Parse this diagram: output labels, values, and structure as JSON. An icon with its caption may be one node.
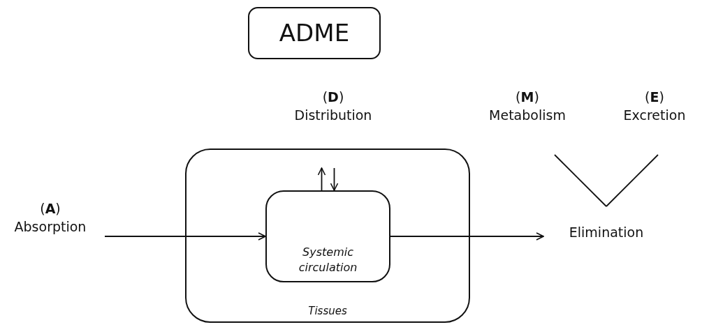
{
  "diagram": {
    "nodes": [
      {
        "text": [
          "ADME"
        ]
      },
      {
        "text": [
          "(**A**)",
          "Absorption"
        ]
      },
      {
        "text": [
          "(**D**)",
          "Distribution"
        ]
      },
      {
        "text": [
          "(**M**)",
          "Metabolism"
        ]
      },
      {
        "text": [
          "(**E**)",
          "Excretion"
        ]
      },
      {
        "text": [
          "Tissues"
        ]
      },
      {
        "text": [
          "Systemic circulation"
        ],
        "in": 5
      },
      {
        "text": [
          "Elimination"
        ]
      }
    ],
    "edges": [
      {
        "from": 1,
        "to": 6,
        "arrow": "to"
      },
      {
        "from": 6,
        "to": 5,
        "arrow": "to"
      },
      {
        "from": 5,
        "to": 6,
        "arrow": "to"
      },
      {
        "from": 6,
        "to": 7,
        "arrow": "to"
      },
      {
        "from": 3,
        "to": 7,
        "arrow": "none"
      },
      {
        "from": 4,
        "to": 7,
        "arrow": "none"
      }
    ]
  }
}
